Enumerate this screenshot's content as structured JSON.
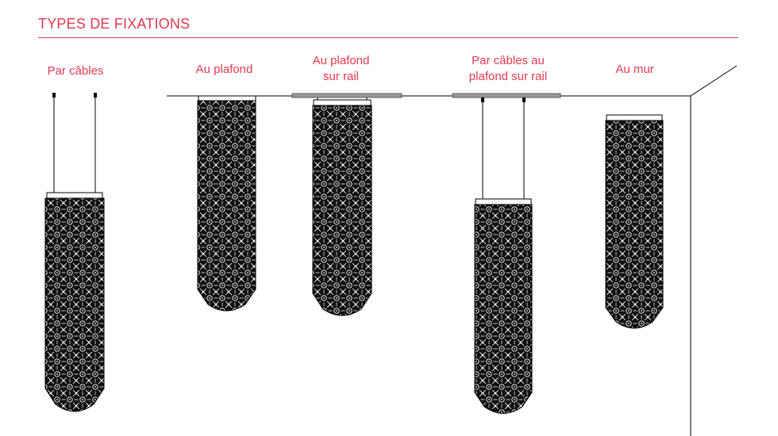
{
  "header": {
    "title": "TYPES DE FIXATIONS"
  },
  "labels": [
    {
      "line1": "Par câbles",
      "line2": ""
    },
    {
      "line1": "Au plafond",
      "line2": ""
    },
    {
      "line1": "Au plafond",
      "line2": "sur rail"
    },
    {
      "line1": "Par câbles au",
      "line2": "plafond sur rail"
    },
    {
      "line1": "Au  mur",
      "line2": ""
    }
  ],
  "colors": {
    "accent": "#e23a51",
    "line": "#000000",
    "panel": "#111111"
  }
}
